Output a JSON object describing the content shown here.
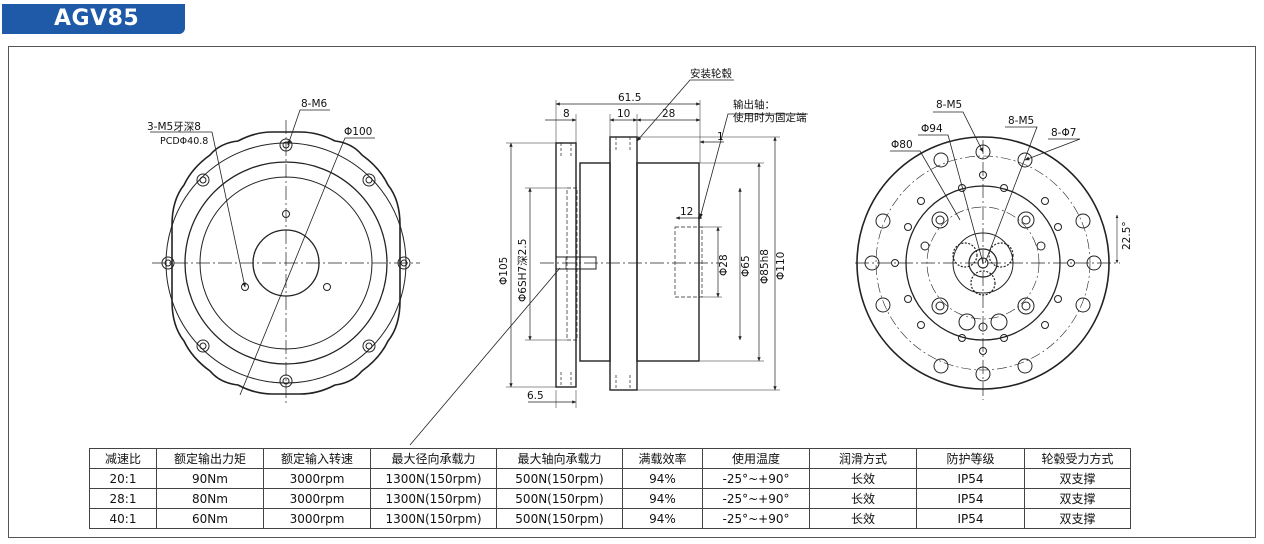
{
  "header": {
    "model": "AGV85"
  },
  "front_view": {
    "callout_thread": "3-M5牙深8",
    "callout_pcd": "PCDΦ40.8",
    "callout_m6": "8-M6",
    "callout_d100": "Φ100"
  },
  "side_view": {
    "label_hub": "安装轮毂",
    "label_shaft_1": "输出轴：",
    "label_shaft_2": "使用时为固定端",
    "dim_61_5": "61.5",
    "dim_8": "8",
    "dim_10": "10",
    "dim_28": "28",
    "dim_1": "1",
    "dim_12": "12",
    "dim_6_5": "6.5",
    "dim_d105": "Φ105",
    "dim_d6": "Φ6SH7深2.5",
    "dim_d28": "Φ28",
    "dim_d65": "Φ65",
    "dim_d85": "Φ85h8",
    "dim_d110": "Φ110"
  },
  "rear_view": {
    "callout_8m5_a": "8-M5",
    "callout_8m5_b": "8-M5",
    "callout_8d7": "8-Φ7",
    "callout_d94": "Φ94",
    "callout_d80": "Φ80",
    "callout_angle": "22.5°"
  },
  "table": {
    "headers": [
      "减速比",
      "额定输出力矩",
      "额定输入转速",
      "最大径向承载力",
      "最大轴向承载力",
      "满载效率",
      "使用温度",
      "润滑方式",
      "防护等级",
      "轮毂受力方式"
    ],
    "rows": [
      [
        "20:1",
        "90Nm",
        "3000rpm",
        "1300N(150rpm)",
        "500N(150rpm)",
        "94%",
        "-25°~+90°",
        "长效",
        "IP54",
        "双支撑"
      ],
      [
        "28:1",
        "80Nm",
        "3000rpm",
        "1300N(150rpm)",
        "500N(150rpm)",
        "94%",
        "-25°~+90°",
        "长效",
        "IP54",
        "双支撑"
      ],
      [
        "40:1",
        "60Nm",
        "3000rpm",
        "1300N(150rpm)",
        "500N(150rpm)",
        "94%",
        "-25°~+90°",
        "长效",
        "IP54",
        "双支撑"
      ]
    ]
  }
}
